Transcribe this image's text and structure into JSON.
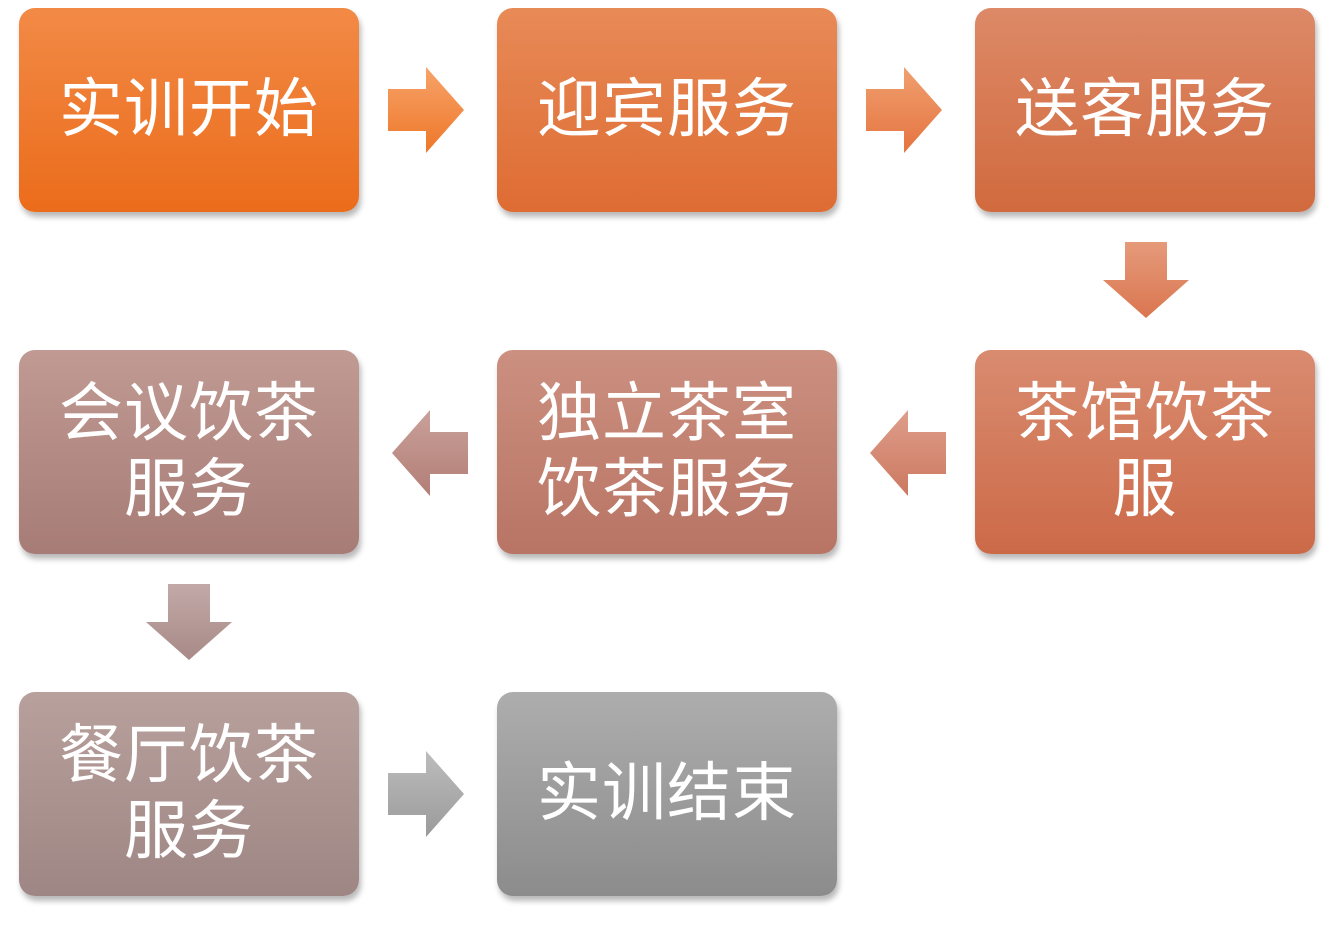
{
  "steps": [
    {
      "id": "step-1",
      "label": "实训开始",
      "color_top": "#F28A46",
      "color_bottom": "#EB6C1B"
    },
    {
      "id": "step-2",
      "label": "迎宾服务",
      "color_top": "#E88A57",
      "color_bottom": "#DE6C33"
    },
    {
      "id": "step-3",
      "label": "送客服务",
      "color_top": "#DD8967",
      "color_bottom": "#D16A3E"
    },
    {
      "id": "step-4",
      "label": "茶馆饮茶\n服",
      "color_top": "#D98B70",
      "color_bottom": "#CC6A48"
    },
    {
      "id": "step-5",
      "label": "独立茶室\n饮茶服务",
      "color_top": "#CC9080",
      "color_bottom": "#B87464"
    },
    {
      "id": "step-6",
      "label": "会议饮茶\n服务",
      "color_top": "#C09A93",
      "color_bottom": "#A77C76"
    },
    {
      "id": "step-7",
      "label": "餐厅饮茶\n服务",
      "color_top": "#B8A09D",
      "color_bottom": "#9E8684"
    },
    {
      "id": "step-8",
      "label": "实训结束",
      "color_top": "#ADADAD",
      "color_bottom": "#8C8C8C"
    }
  ],
  "arrows": [
    {
      "from": "step-1",
      "to": "step-2",
      "direction": "right",
      "color_a": "#F7A36A",
      "color_b": "#EE7728"
    },
    {
      "from": "step-2",
      "to": "step-3",
      "direction": "right",
      "color_a": "#F0A070",
      "color_b": "#E57440"
    },
    {
      "from": "step-3",
      "to": "step-4",
      "direction": "down",
      "color_a": "#E59A7A",
      "color_b": "#DA7650"
    },
    {
      "from": "step-4",
      "to": "step-5",
      "direction": "left",
      "color_a": "#DE9E8A",
      "color_b": "#CC7860"
    },
    {
      "from": "step-5",
      "to": "step-6",
      "direction": "left",
      "color_a": "#C9A19A",
      "color_b": "#B27E76"
    },
    {
      "from": "step-6",
      "to": "step-7",
      "direction": "down",
      "color_a": "#C2A9A7",
      "color_b": "#A88A88"
    },
    {
      "from": "step-7",
      "to": "step-8",
      "direction": "right",
      "color_a": "#BDBDBD",
      "color_b": "#9A9A9A"
    }
  ]
}
